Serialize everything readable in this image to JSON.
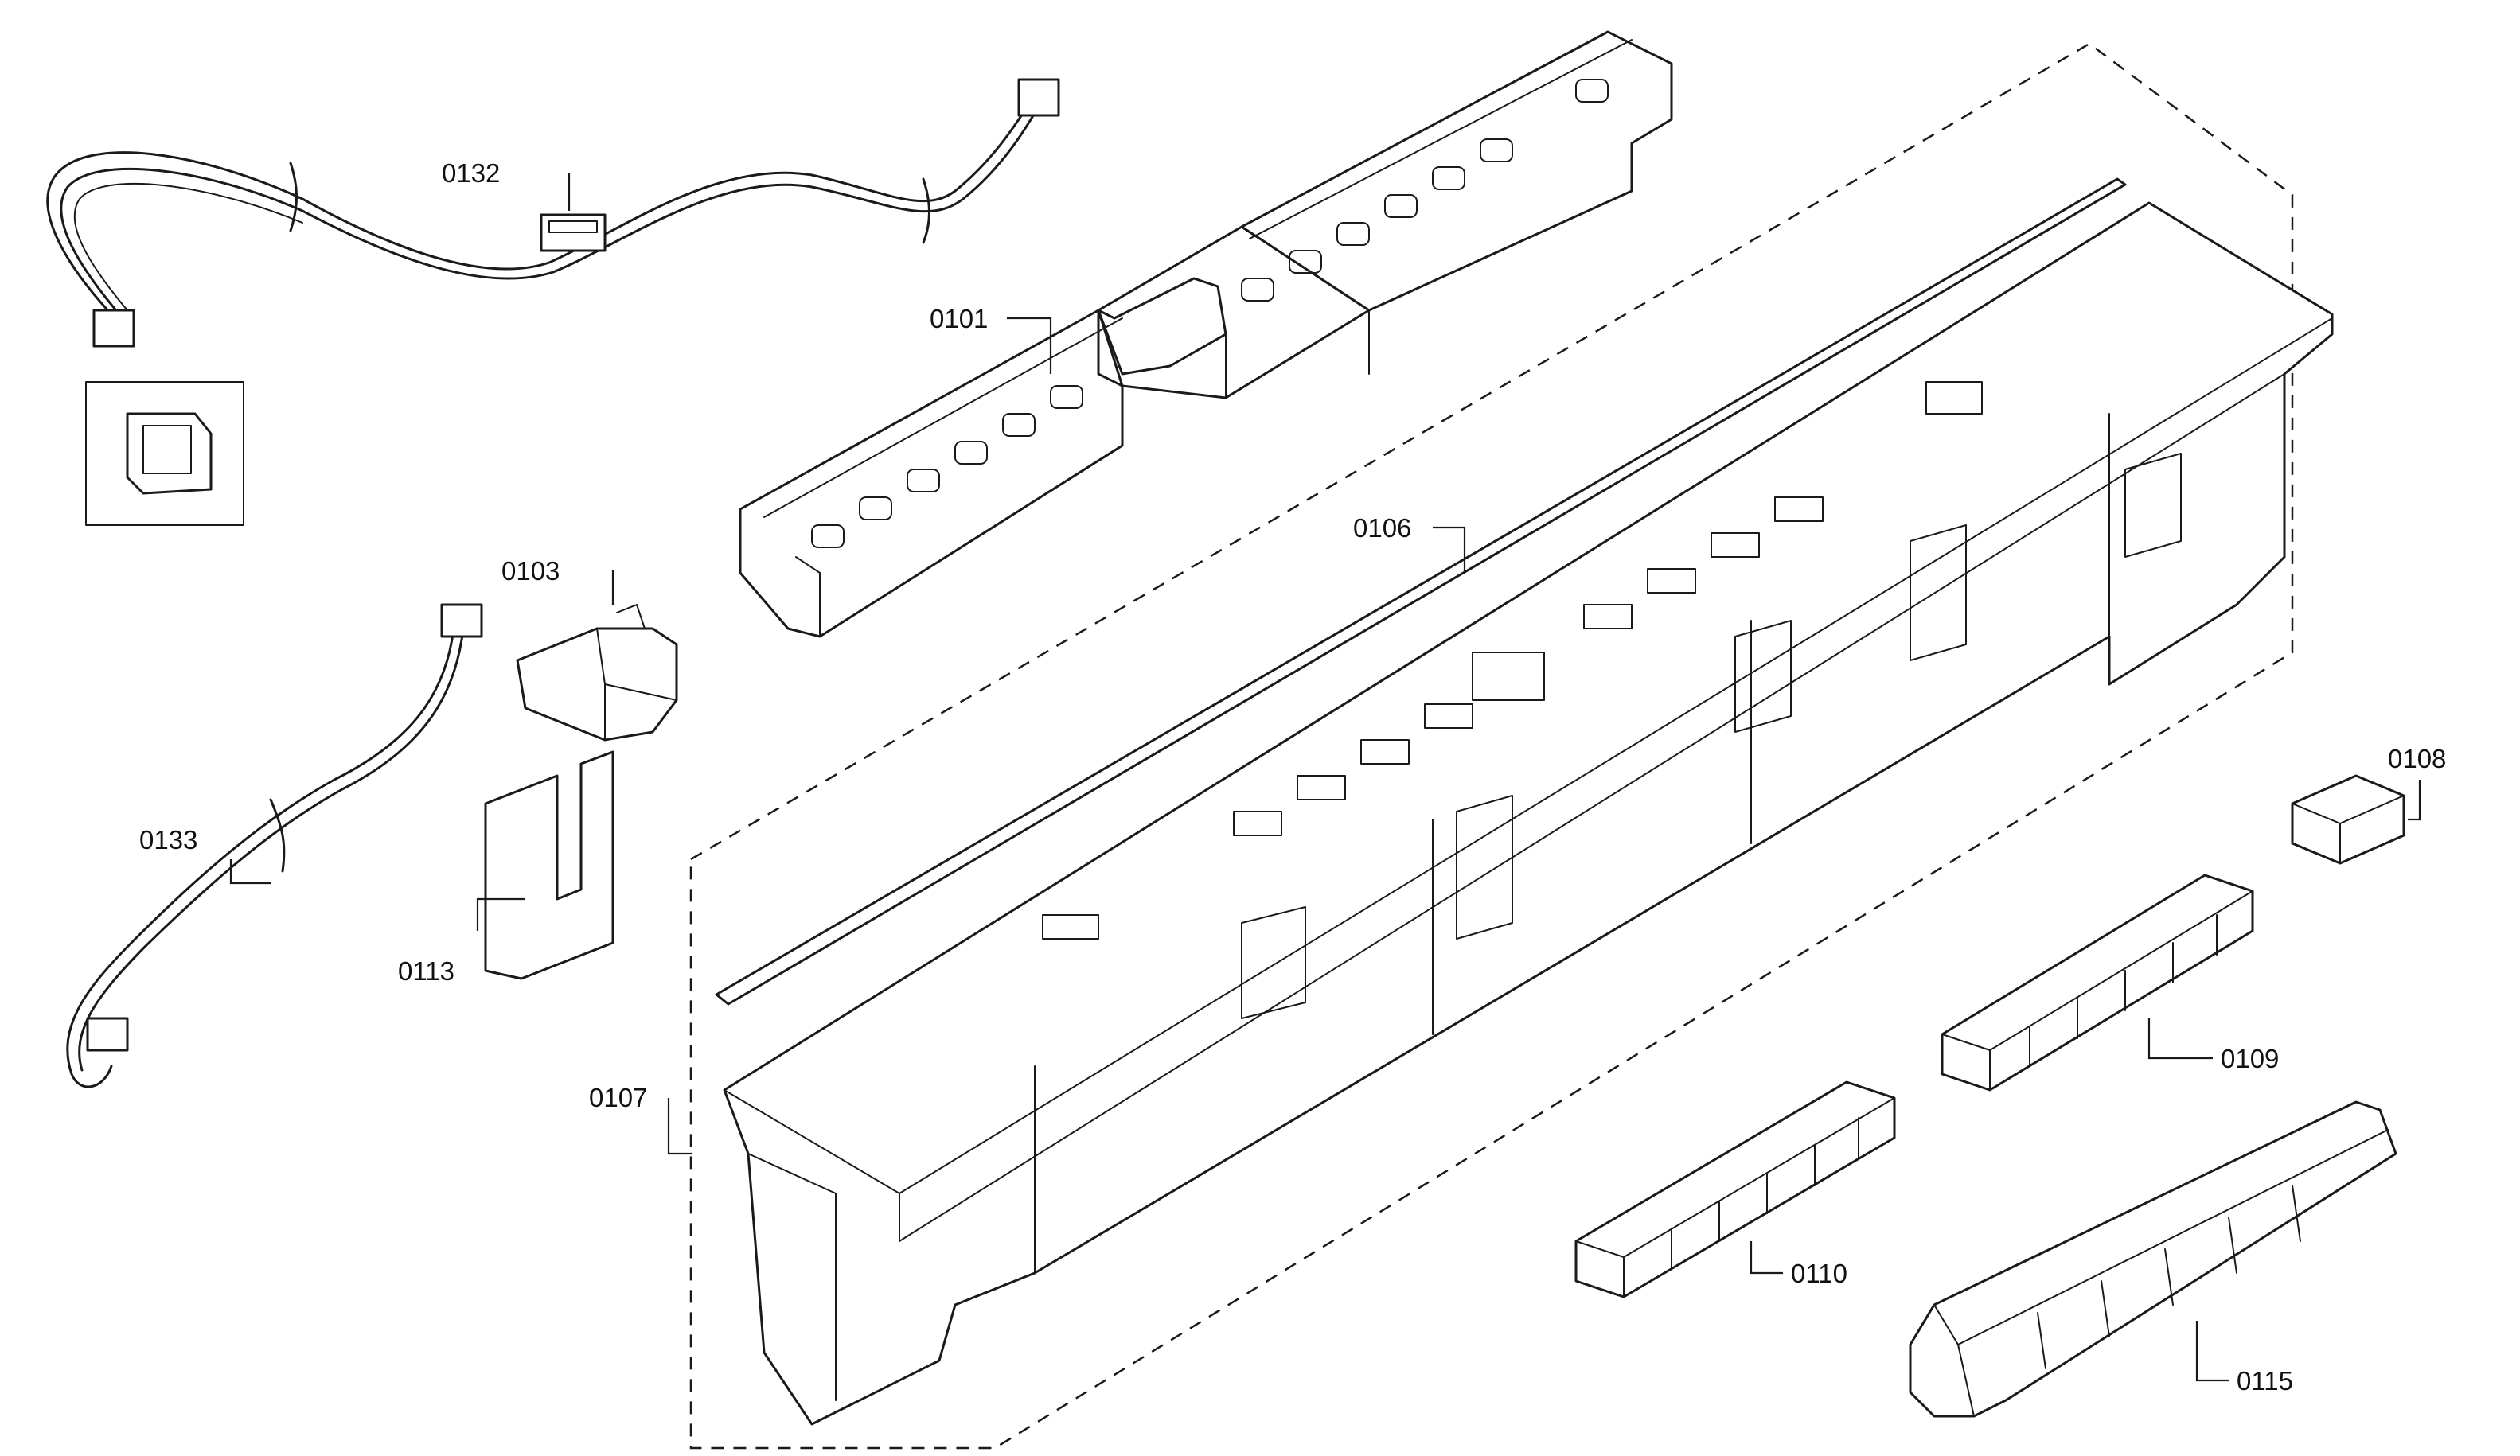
{
  "callouts": {
    "harness_top": "0132",
    "control_module": "0101",
    "switch_part": "0103",
    "strip": "0106",
    "panel_housing": "0107",
    "single_button": "0108",
    "button_row_upper": "0109",
    "harness_lower": "0133",
    "insulator": "0113",
    "button_row_lower": "0110",
    "handle_cover": "0115"
  },
  "colors": {
    "line": "#1a1a1a",
    "background": "#ffffff"
  }
}
